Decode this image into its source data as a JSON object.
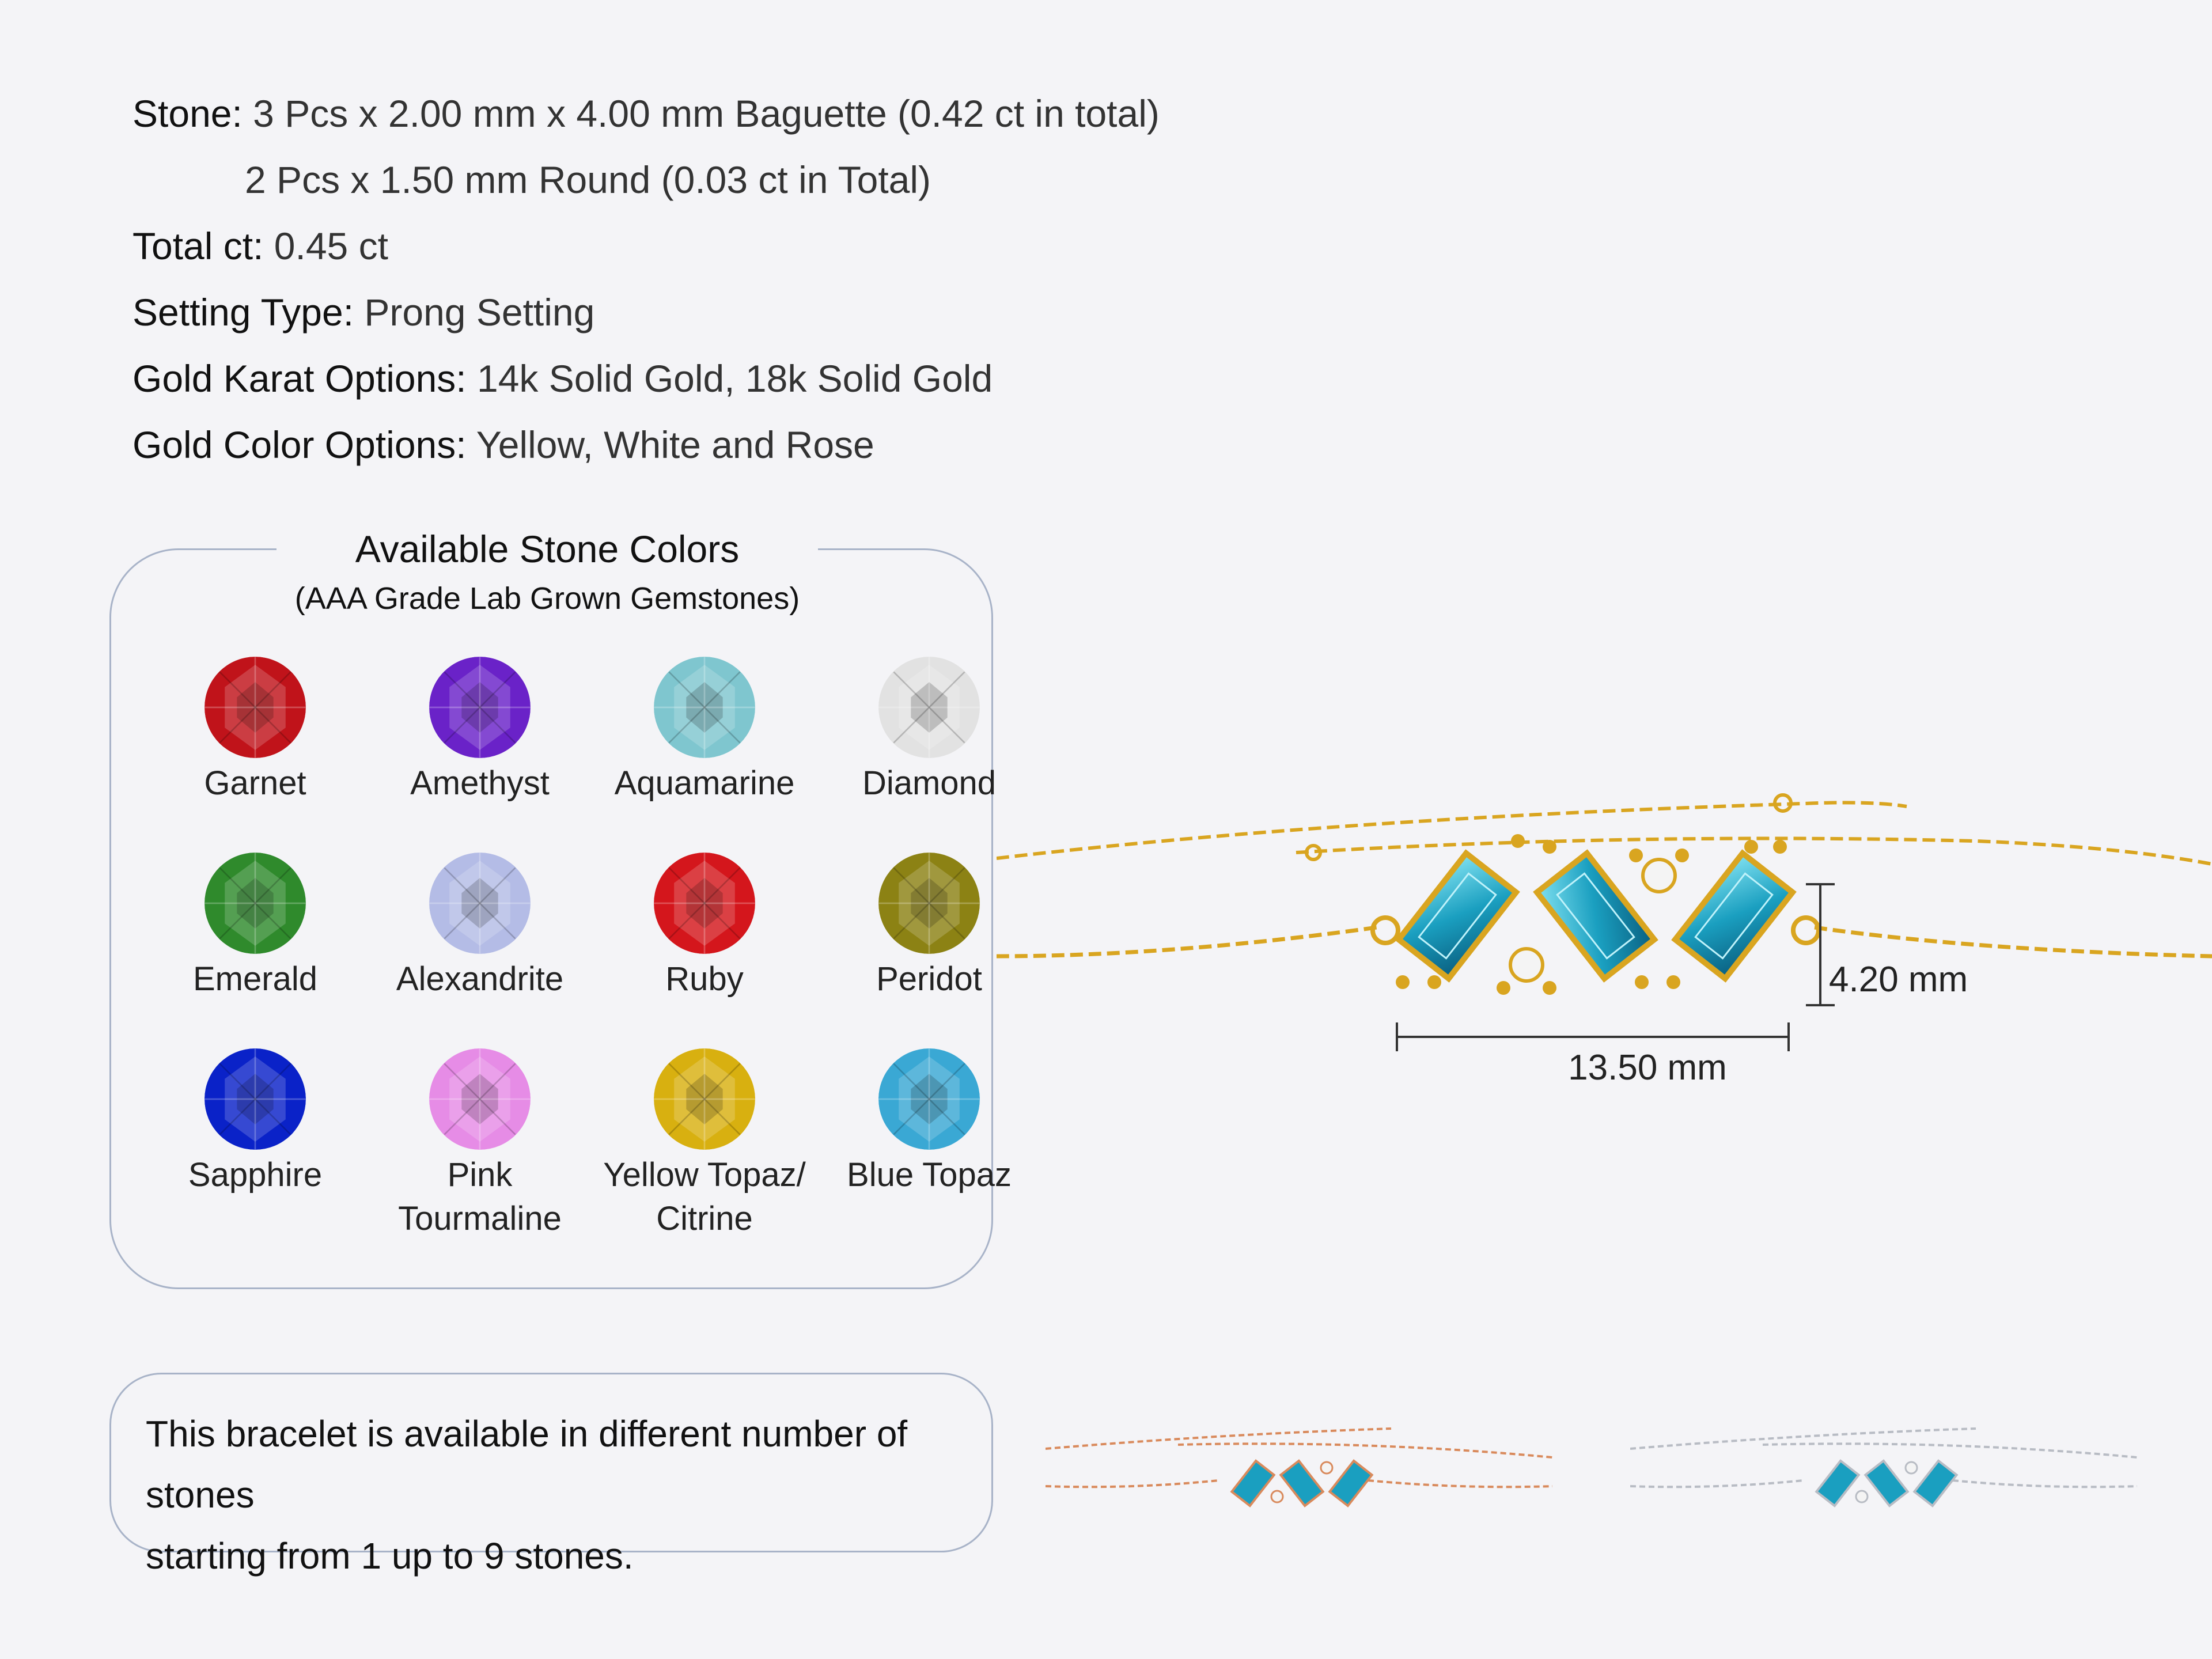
{
  "specs": {
    "stone_label": "Stone:",
    "stone_value_1": "3 Pcs x 2.00 mm x 4.00 mm Baguette (0.42 ct in total)",
    "stone_value_2": "2 Pcs x 1.50 mm Round (0.03 ct in Total)",
    "total_label": "Total ct:",
    "total_value": "0.45 ct",
    "setting_label": "Setting Type:",
    "setting_value": "Prong Setting",
    "karat_label": "Gold Karat Options:",
    "karat_value": "14k Solid Gold, 18k Solid Gold",
    "color_label": "Gold Color Options:",
    "color_value": "Yellow, White and Rose"
  },
  "stone_colors": {
    "title": "Available Stone Colors",
    "subtitle": "(AAA Grade Lab Grown Gemstones)",
    "gems": [
      {
        "name": "Garnet",
        "color": "#c0131a"
      },
      {
        "name": "Amethyst",
        "color": "#6a22c8"
      },
      {
        "name": "Aquamarine",
        "color": "#7fc6cf"
      },
      {
        "name": "Diamond",
        "color": "#e2e2e2"
      },
      {
        "name": "Emerald",
        "color": "#2f8a2c"
      },
      {
        "name": "Alexandrite",
        "color": "#b4bce6"
      },
      {
        "name": "Ruby",
        "color": "#d4161c"
      },
      {
        "name": "Peridot",
        "color": "#8c8214"
      },
      {
        "name": "Sapphire",
        "color": "#0a22c8"
      },
      {
        "name": "Pink",
        "name2": "Tourmaline",
        "color": "#e68ce6"
      },
      {
        "name": "Yellow Topaz/",
        "name2": "Citrine",
        "color": "#d8b010"
      },
      {
        "name": "Blue Topaz",
        "color": "#3aa8d4"
      }
    ]
  },
  "note": {
    "line1": "This bracelet is available in different number of stones",
    "line2": "starting from 1 up to 9 stones."
  },
  "dimensions": {
    "width": "13.50 mm",
    "height": "4.20 mm"
  },
  "colors": {
    "gold": "#d9a520",
    "rose": "#d98a5c",
    "white": "#b8bcc4",
    "topaz": "#1a9fc0",
    "border": "#a8b3c8"
  }
}
